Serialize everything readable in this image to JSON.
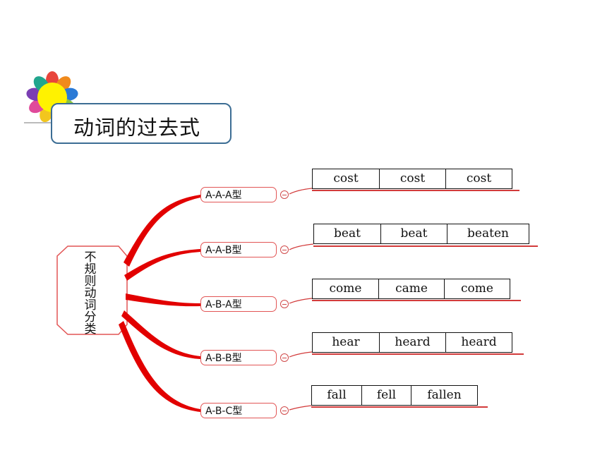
{
  "title": "动词的过去式",
  "root": [
    "不",
    "规",
    "则",
    "动",
    "词",
    "分",
    "类"
  ],
  "branches": [
    {
      "label": "A-A-A型",
      "words": [
        "cost",
        "cost",
        "cost"
      ]
    },
    {
      "label": "A-A-B型",
      "words": [
        "beat",
        "beat",
        "beaten"
      ]
    },
    {
      "label": "A-B-A型",
      "words": [
        "come",
        "came",
        "come"
      ]
    },
    {
      "label": "A-B-B型",
      "words": [
        "hear",
        "heard",
        "heard"
      ]
    },
    {
      "label": "A-B-C型",
      "words": [
        "fall",
        "fell",
        "fallen"
      ]
    }
  ],
  "colors": {
    "branch_line": "#e20000",
    "title_border": "#3c6d94",
    "label_border": "#e25555"
  }
}
